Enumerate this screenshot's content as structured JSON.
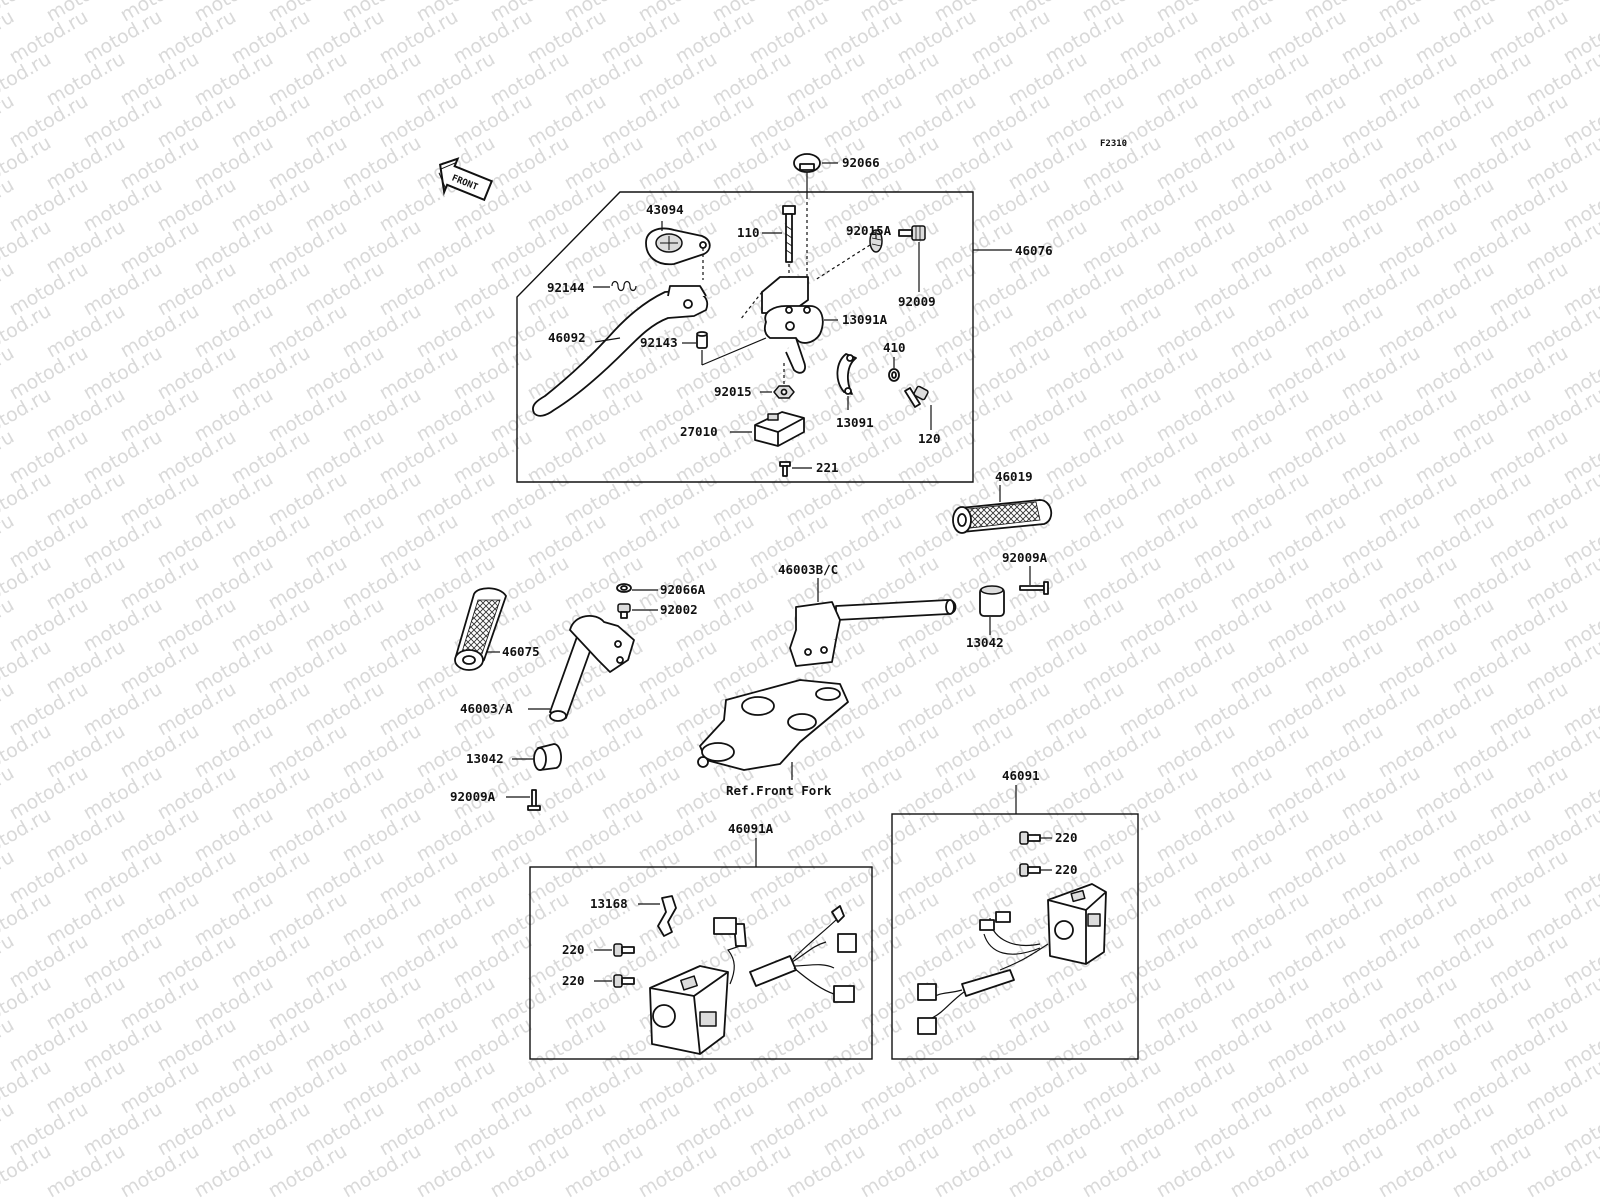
{
  "figure_code": "F2310",
  "watermark": "motod.ru",
  "front_arrow": "FRONT",
  "reference_note": "Ref.Front Fork",
  "parts": {
    "p92066": "92066",
    "p43094": "43094",
    "p110": "110",
    "p92015A": "92015A",
    "p92144": "92144",
    "p92009": "92009",
    "p46076": "46076",
    "p13091A": "13091A",
    "p46092": "46092",
    "p92143": "92143",
    "p410": "410",
    "p92015": "92015",
    "p13091": "13091",
    "p120": "120",
    "p27010": "27010",
    "p221": "221",
    "p46019": "46019",
    "p92009A_r": "92009A",
    "p46003BC": "46003B/C",
    "p92066A": "92066A",
    "p92002": "92002",
    "p13042_r": "13042",
    "p46075": "46075",
    "p46003A": "46003/A",
    "p13042_l": "13042",
    "p92009A_l": "92009A",
    "p46091": "46091",
    "p46091A": "46091A",
    "p220_r1": "220",
    "p220_r2": "220",
    "p13168": "13168",
    "p220_l1": "220",
    "p220_l2": "220"
  }
}
